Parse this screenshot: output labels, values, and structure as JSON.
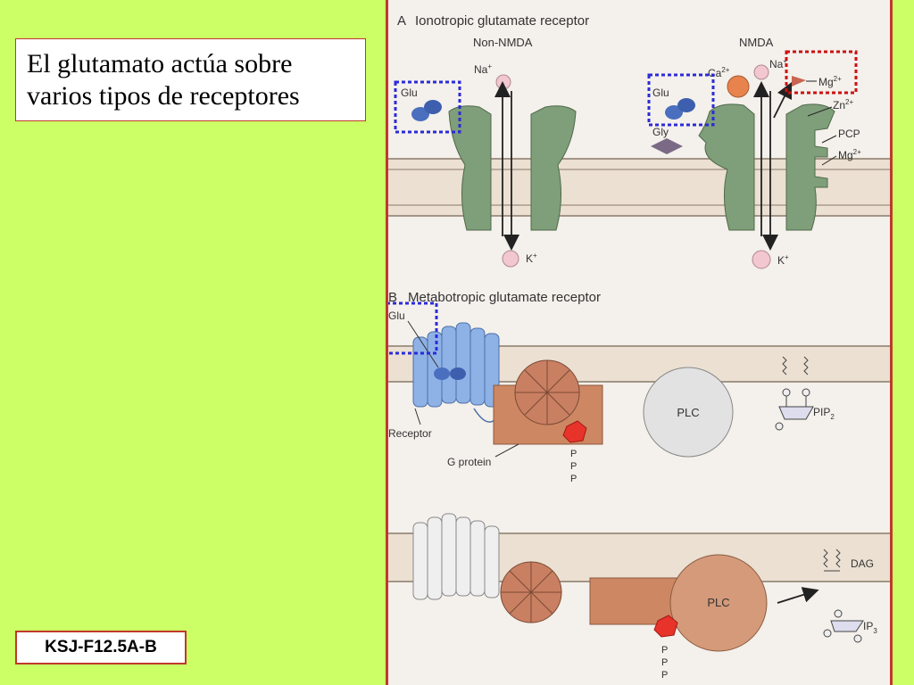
{
  "slide": {
    "title_lines": [
      "El glutamato actúa sobre",
      "varios tipos de receptores"
    ],
    "reference": "KSJ-F12.5A-B"
  },
  "figure": {
    "panel_a": {
      "letter": "A",
      "title": "Ionotropic glutamate receptor",
      "left": {
        "name": "Non-NMDA",
        "ligand": "Glu",
        "ion_in": "Na",
        "ion_in_sup": "+",
        "ion_out": "K",
        "ion_out_sup": "+"
      },
      "right": {
        "name": "NMDA",
        "ligand": "Glu",
        "coagonist": "Gly",
        "ion_ca": "Ca",
        "ion_ca_sup": "2+",
        "ion_na": "Na",
        "ion_na_sup": "+",
        "ion_out": "K",
        "ion_out_sup": "+",
        "site_mg_top": "Mg",
        "site_mg_top_sup": "2+",
        "site_zn": "Zn",
        "site_zn_sup": "2+",
        "site_pcp": "PCP",
        "site_mg": "Mg",
        "site_mg_sup": "2+"
      }
    },
    "panel_b": {
      "letter": "B",
      "title": "Metabotropic glutamate receptor",
      "ligand": "Glu",
      "receptor": "Receptor",
      "g_protein": "G protein",
      "phosphate": "P",
      "plc": "PLC",
      "pip2": "PIP",
      "pip2_sub": "2",
      "dag": "DAG",
      "ip3": "IP",
      "ip3_sub": "3"
    },
    "colors": {
      "channel": "#7f9e7a",
      "ion_pink": "#f2c7cf",
      "ion_orange": "#e8834e",
      "receptor_blue": "#8fb2e6",
      "g_protein": "#cd8762",
      "wheel": "#c97f62",
      "phosphate_red": "#e8332a",
      "mg_site": "#c86450",
      "highlight_blue": "#2b2bd8",
      "highlight_red": "#cc1111",
      "membrane": "#ebe0d2",
      "border_red": "#c0392b"
    }
  }
}
